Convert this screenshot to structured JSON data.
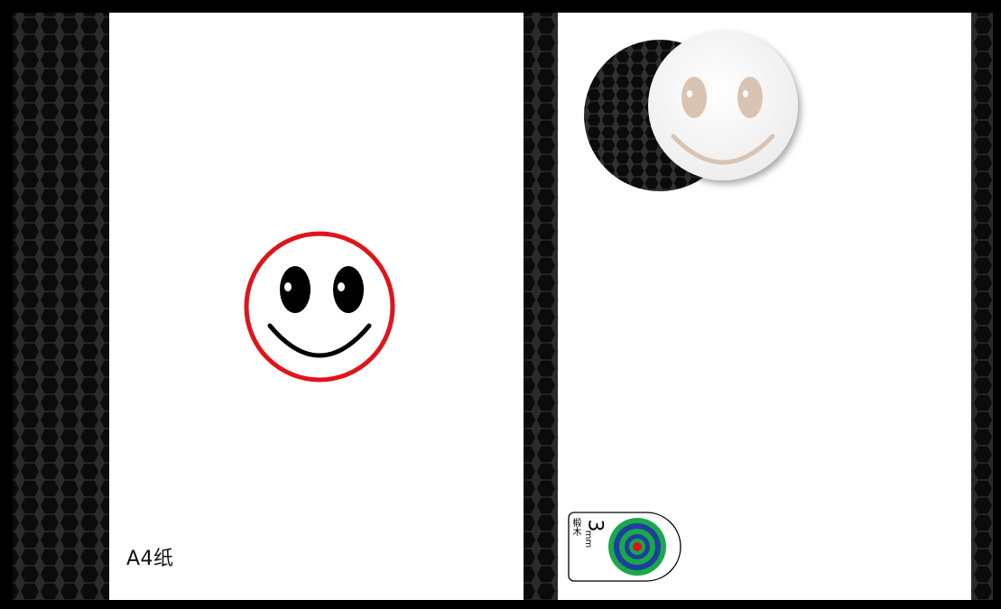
{
  "left_panel": {
    "paper_label": "A4纸",
    "face_ring_color": "#e0141a",
    "face_color": "#000000"
  },
  "right_panel": {
    "cutout_color": "#d9c4b4",
    "badge": {
      "thickness_number": "3",
      "thickness_unit": "mm",
      "material": "椴木",
      "target_colors": [
        "#1aa84a",
        "#1f3f9e",
        "#e0141a"
      ]
    }
  }
}
